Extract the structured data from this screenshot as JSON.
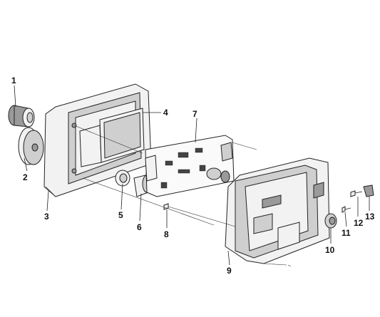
{
  "callouts": [
    {
      "id": "1",
      "label": "1"
    },
    {
      "id": "2",
      "label": "2"
    },
    {
      "id": "3",
      "label": "3"
    },
    {
      "id": "4",
      "label": "4"
    },
    {
      "id": "5",
      "label": "5"
    },
    {
      "id": "6",
      "label": "6"
    },
    {
      "id": "7",
      "label": "7"
    },
    {
      "id": "8",
      "label": "8"
    },
    {
      "id": "9",
      "label": "9"
    },
    {
      "id": "10",
      "label": "10"
    },
    {
      "id": "11",
      "label": "11"
    },
    {
      "id": "12",
      "label": "12"
    },
    {
      "id": "13",
      "label": "13"
    }
  ],
  "colors": {
    "line": "#222222",
    "fill_light": "#f2f2f2",
    "fill_dark": "#9a9a9a",
    "background": "#ffffff"
  }
}
